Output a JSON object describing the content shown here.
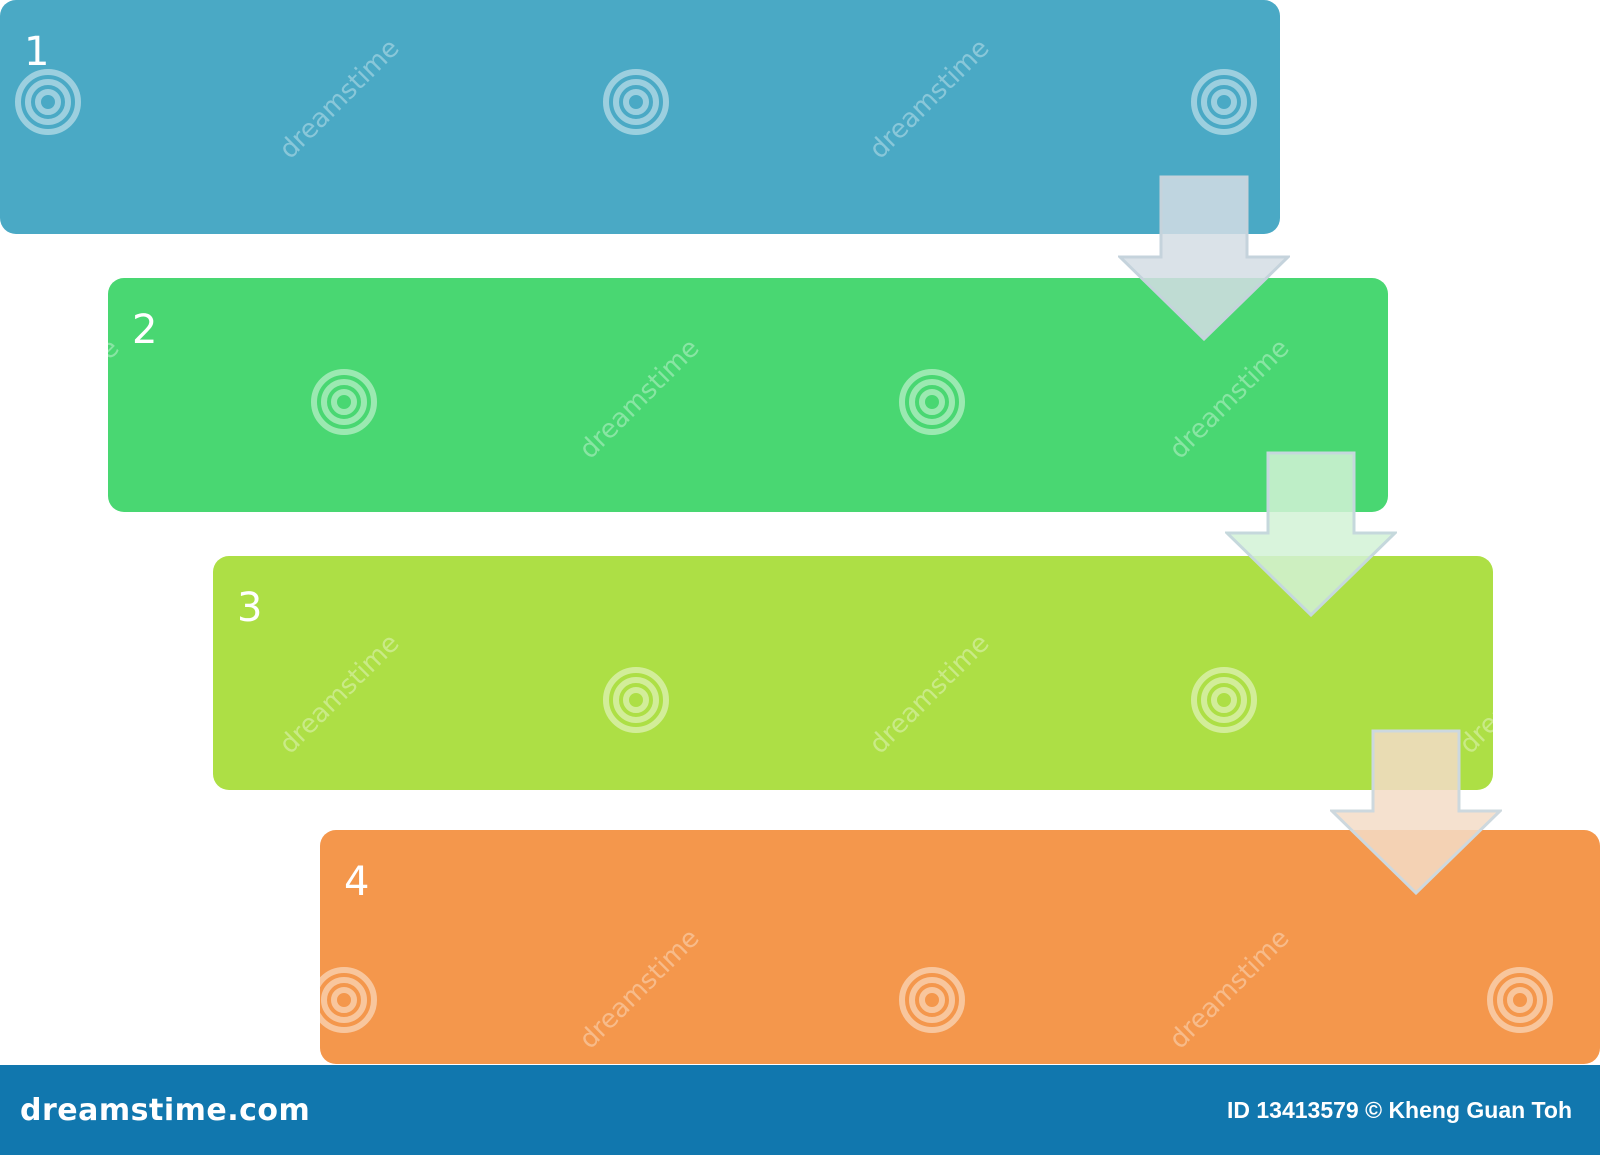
{
  "steps": [
    {
      "label": "1",
      "color": "#4aa9c5"
    },
    {
      "label": "2",
      "color": "#49d772"
    },
    {
      "label": "3",
      "color": "#addf45"
    },
    {
      "label": "4",
      "color": "#f4974c"
    }
  ],
  "connectors": [
    {
      "fill": "#d3dde4"
    },
    {
      "fill": "#d2f2d6"
    },
    {
      "fill": "#f3dcc7"
    }
  ],
  "watermark": {
    "text": "dreamstime",
    "icon": "spiral-icon"
  },
  "footer": {
    "logo": "dreamstime.com",
    "credit": "ID 13413579 © Kheng Guan Toh",
    "background": "#1177ae"
  }
}
